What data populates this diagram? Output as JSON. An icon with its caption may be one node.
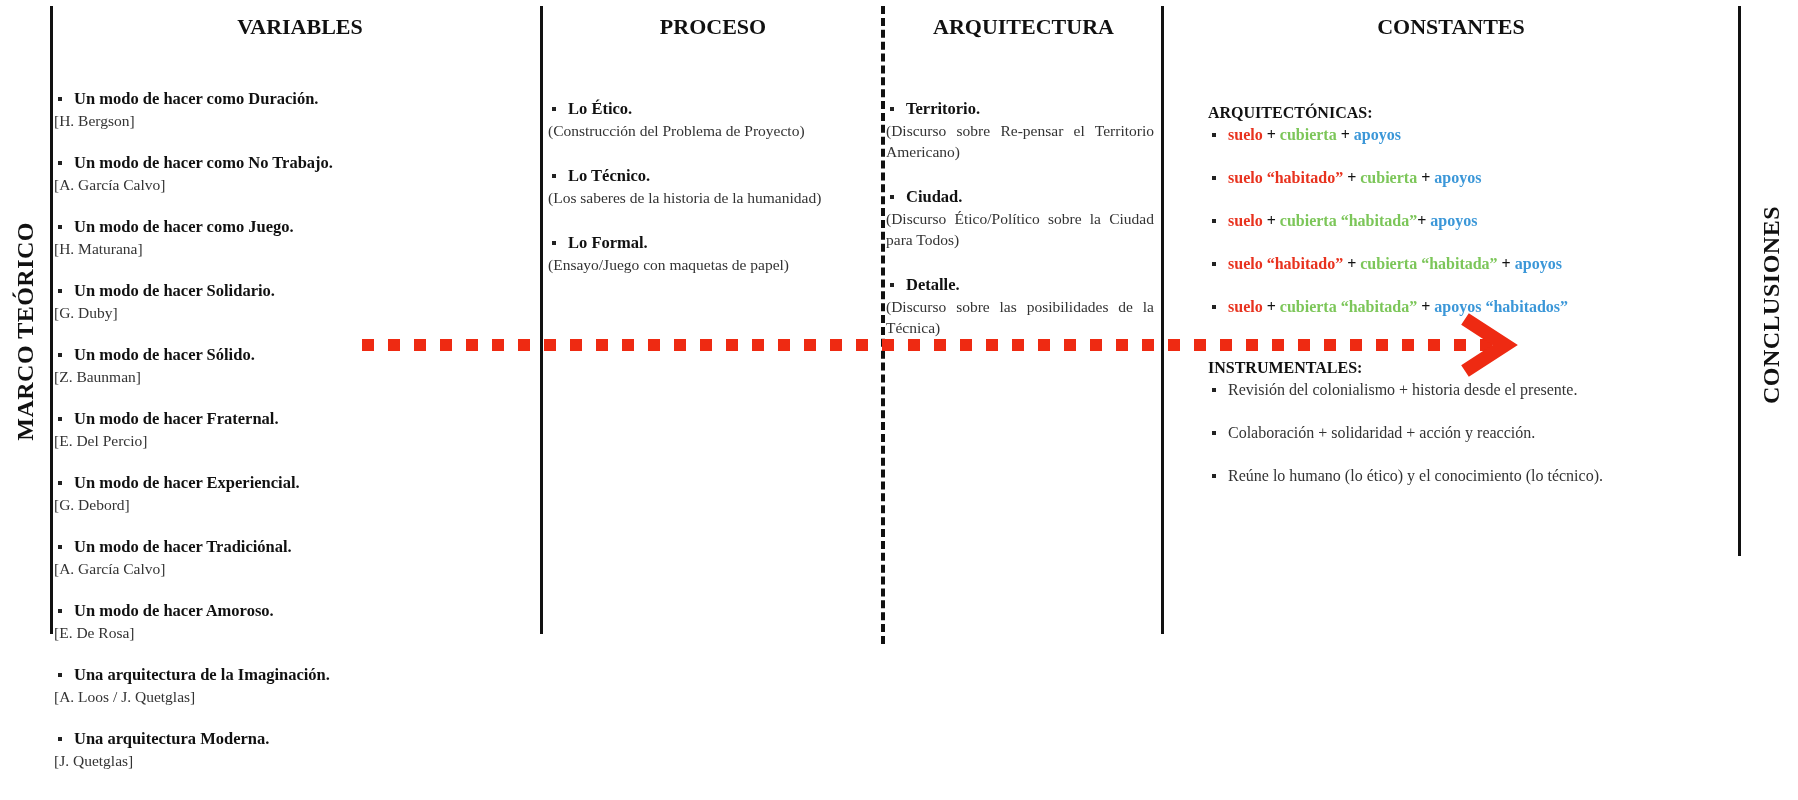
{
  "diagram": {
    "labels": [
      "MARCO TEÓRICO",
      "VARIABLES",
      "PROCESO",
      "ARQUITECTURA",
      "CONSTANTES",
      "CONCLUSIONES",
      "Un modo de hacer como Duración.",
      "[H. Bergson]",
      "Un modo de hacer como No Trabajo.",
      "[A. García Calvo]",
      "Un modo de hacer como Juego.",
      "[H. Maturana]",
      "Un modo de hacer Solidario.",
      "[G. Duby]",
      "Un modo de hacer Sólido.",
      "[Z. Baunman]",
      "Un modo de hacer Fraternal.",
      "[E. Del Percio]",
      "Un modo de hacer Experiencial.",
      "[G. Debord]",
      "Un modo de hacer Tradiciónal.",
      "[A. García Calvo]",
      "Un modo de hacer Amoroso.",
      "[E. De Rosa]",
      "Una arquitectura de la Imaginación.",
      "[A. Loos / J. Quetglas]",
      "Una arquitectura Moderna.",
      "[J. Quetglas]",
      "Lo Ético.",
      "(Construcción del Problema de Proyecto)",
      "Lo Técnico.",
      "(Los saberes de la historia de la humanidad)",
      "Lo Formal.",
      "(Ensayo/Juego con maquetas de papel)",
      "Territorio.",
      "(Discurso sobre Re-pensar el Territorio Americano)",
      "Ciudad.",
      "(Discurso Ético/Político sobre la Ciudad para Todos)",
      "Detalle.",
      "(Discurso sobre las posibilidades de la Técnica)",
      "ARQUITECTÓNICAS:",
      "suelo + cubierta + apoyos",
      "suelo “habitado” + cubierta + apoyos",
      "suelo + cubierta “habitada”+ apoyos",
      "suelo “habitado” + cubierta “habitada” + apoyos",
      "suelo + cubierta “habitada” + apoyos “habitados”",
      "INSTRUMENTALES:",
      "Revisión del colonialismo + historia desde el presente.",
      "Colaboración + solidaridad + acción y reacción.",
      "Reúne lo humano (lo ético) y el conocimiento (lo técnico)."
    ]
  }
}
